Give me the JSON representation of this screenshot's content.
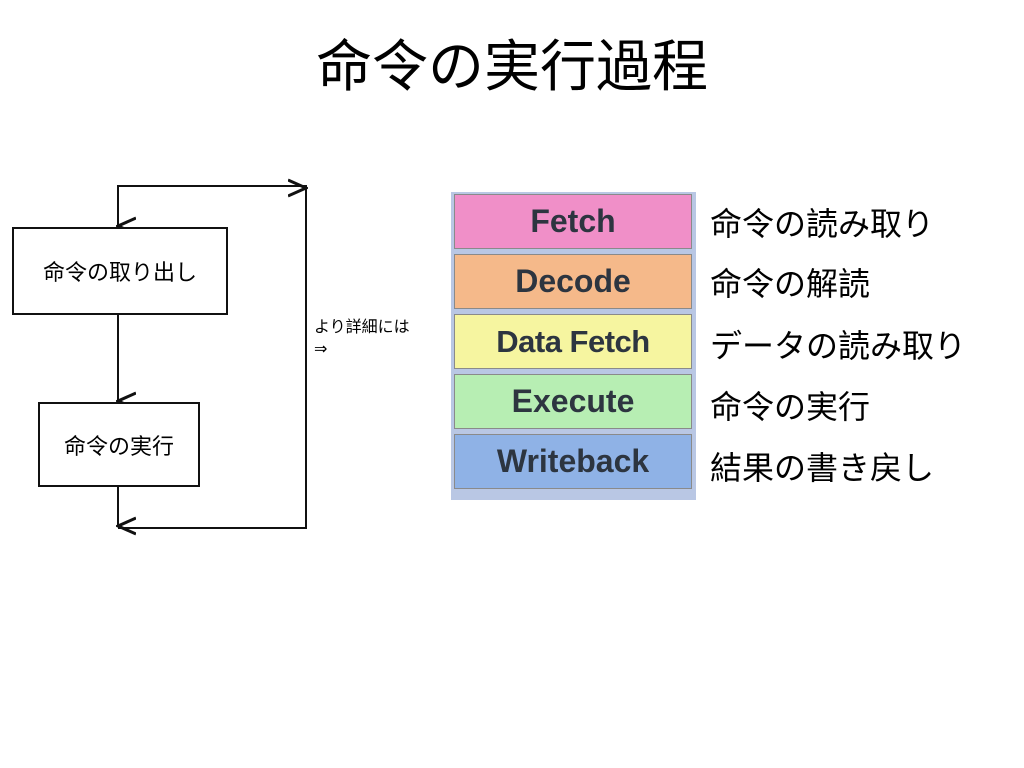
{
  "title": "命令の実行過程",
  "flowchart": {
    "box1": "命令の取り出し",
    "box2": "命令の実行"
  },
  "note": {
    "line1": "より詳細には",
    "line2": "⇒"
  },
  "stages": [
    {
      "name": "Fetch",
      "color": "#f08fc8",
      "description": "命令の読み取り"
    },
    {
      "name": "Decode",
      "color": "#f5b98a",
      "description": "命令の解読"
    },
    {
      "name": "Data Fetch",
      "color": "#f6f5a0",
      "description": "データの読み取り"
    },
    {
      "name": "Execute",
      "color": "#b7eeb3",
      "description": "命令の実行"
    },
    {
      "name": "Writeback",
      "color": "#8fb2e6",
      "description": "結果の書き戻し"
    }
  ]
}
